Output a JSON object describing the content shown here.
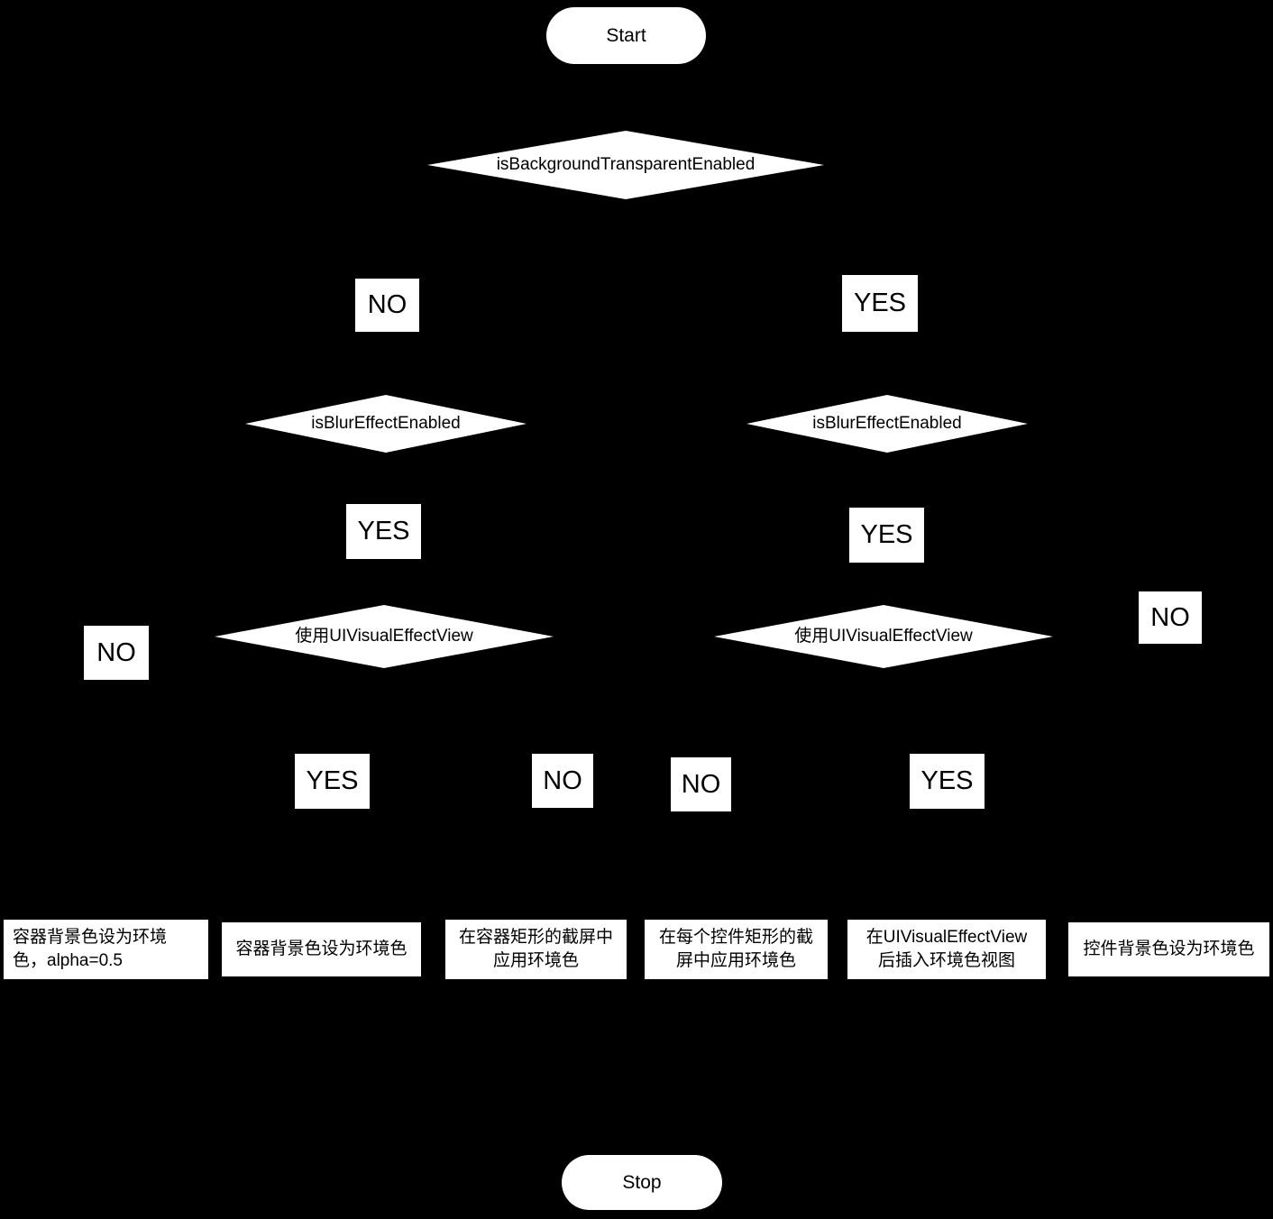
{
  "diagram": {
    "title": "Background Transparent / Blur Effect decision flow",
    "background_color": "#000000",
    "node_fill": "#ffffff",
    "node_text_color": "#000000",
    "edge_color": "#000000"
  },
  "terminators": [
    {
      "id": "start",
      "label": "Start"
    },
    {
      "id": "stop",
      "label": "Stop"
    }
  ],
  "decisions": [
    {
      "id": "d-root",
      "label": "isBackgroundTransparentEnabled"
    },
    {
      "id": "d-blur-left",
      "label": "isBlurEffectEnabled"
    },
    {
      "id": "d-blur-right",
      "label": "isBlurEffectEnabled"
    },
    {
      "id": "d-vev-left",
      "label": "使用UIVisualEffectView"
    },
    {
      "id": "d-vev-right",
      "label": "使用UIVisualEffectView"
    }
  ],
  "edge_labels": [
    {
      "id": "root-no",
      "label": "NO"
    },
    {
      "id": "root-yes",
      "label": "YES"
    },
    {
      "id": "blur-left-yes",
      "label": "YES"
    },
    {
      "id": "blur-left-no",
      "label": "NO"
    },
    {
      "id": "blur-right-yes",
      "label": "YES"
    },
    {
      "id": "blur-right-no",
      "label": "NO"
    },
    {
      "id": "vev-left-yes",
      "label": "YES"
    },
    {
      "id": "vev-left-no",
      "label": "NO"
    },
    {
      "id": "vev-right-no",
      "label": "NO"
    },
    {
      "id": "vev-right-yes",
      "label": "YES"
    }
  ],
  "processes": [
    {
      "id": "p1",
      "label": "容器背景色设为环境\n色，alpha=0.5"
    },
    {
      "id": "p2",
      "label": "容器背景色设为环境色"
    },
    {
      "id": "p3",
      "label": "在容器矩形的截屏中\n应用环境色"
    },
    {
      "id": "p4",
      "label": "在每个控件矩形的截\n屏中应用环境色"
    },
    {
      "id": "p5",
      "label": "在UIVisualEffectView\n后插入环境色视图"
    },
    {
      "id": "p6",
      "label": "控件背景色设为环境色"
    }
  ]
}
